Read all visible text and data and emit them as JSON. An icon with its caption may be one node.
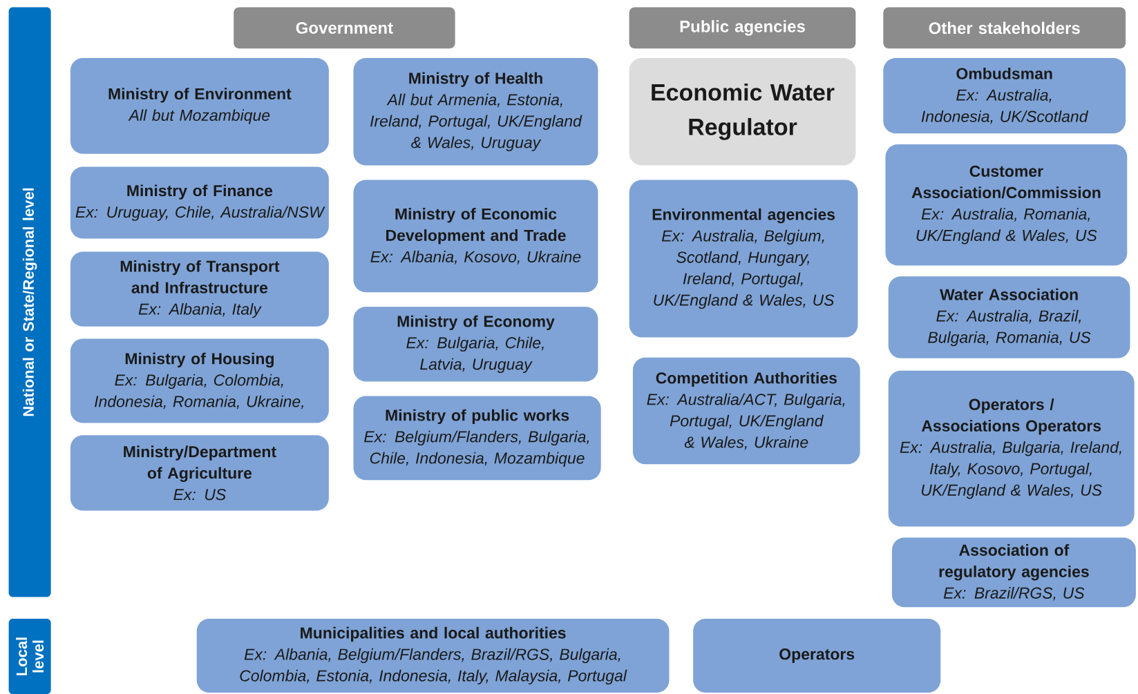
{
  "diagram": {
    "nodes": [
      {
        "text": [
          "National or State/Regional level"
        ]
      },
      {
        "text": [
          "Local level"
        ]
      },
      {
        "text": [
          "Government"
        ]
      },
      {
        "text": [
          "Public agencies"
        ]
      },
      {
        "text": [
          "Other stakeholders"
        ]
      },
      {
        "text": [
          "Ministry of Environment",
          "All but Mozambique"
        ]
      },
      {
        "text": [
          "Ministry of Finance",
          "Ex: Uruguay, Chile, Australia/NSW"
        ]
      },
      {
        "text": [
          "Ministry of Transport and Infrastructure",
          "Ex: Albania, Italy"
        ]
      },
      {
        "text": [
          "Ministry of Housing",
          "Ex: Bulgaria, Colombia, Indonesia, Romania, Ukraine,"
        ]
      },
      {
        "text": [
          "Ministry/Department of Agriculture",
          "Ex: US"
        ]
      },
      {
        "text": [
          "Ministry of Health",
          "All but Armenia, Estonia, Ireland, Portugal, UK/England & Wales, Uruguay"
        ]
      },
      {
        "text": [
          "Ministry of Economic Development and Trade",
          "Ex: Albania, Kosovo, Ukraine"
        ]
      },
      {
        "text": [
          "Ministry of Economy",
          "Ex: Bulgaria, Chile, Latvia, Uruguay"
        ]
      },
      {
        "text": [
          "Ministry of public works",
          "Ex: Belgium/Flanders, Bulgaria, Chile, Indonesia, Mozambique"
        ]
      },
      {
        "text": [
          "Economic Water Regulator"
        ]
      },
      {
        "text": [
          "Environmental agencies",
          "Ex: Australia, Belgium, Scotland, Hungary, Ireland, Portugal, UK/England & Wales, US"
        ]
      },
      {
        "text": [
          "Competition Authorities",
          "Ex: Australia/ACT, Bulgaria, Portugal, UK/England & Wales, Ukraine"
        ]
      },
      {
        "text": [
          "Ombudsman",
          "Ex: Australia, Indonesia, UK/Scotland"
        ]
      },
      {
        "text": [
          "Customer Association/Commission",
          "Ex: Australia, Romania, UK/England & Wales, US"
        ]
      },
      {
        "text": [
          "Water Association",
          "Ex: Australia, Brazil, Bulgaria, Romania, US"
        ]
      },
      {
        "text": [
          "Operators / Associations Operators",
          "Ex: Australia, Bulgaria, Ireland, Italy, Kosovo, Portugal, UK/England & Wales, US"
        ]
      },
      {
        "text": [
          "Association of regulatory agencies",
          "Ex: Brazil/RGS, US"
        ]
      },
      {
        "text": [
          "Municipalities and local authorities",
          "Ex: Albania, Belgium/Flanders, Brazil/RGS, Bulgaria, Colombia, Estonia, Indonesia, Italy, Malaysia, Portugal"
        ]
      },
      {
        "text": [
          "Operators"
        ]
      }
    ]
  }
}
